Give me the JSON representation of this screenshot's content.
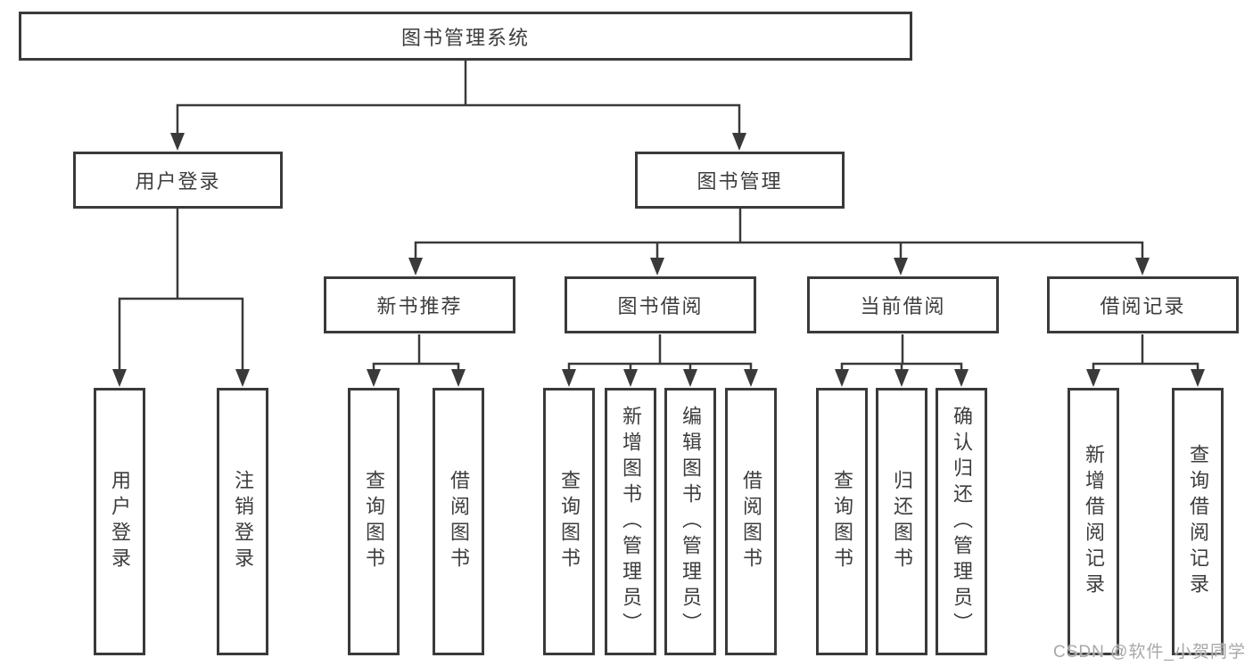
{
  "diagram": {
    "root": {
      "label": "图书管理系统"
    },
    "level1": [
      {
        "label": "用户登录"
      },
      {
        "label": "图书管理"
      }
    ],
    "level2": [
      {
        "label": "新书推荐"
      },
      {
        "label": "图书借阅"
      },
      {
        "label": "当前借阅"
      },
      {
        "label": "借阅记录"
      }
    ],
    "leaves": {
      "user_login": [
        "用户登录",
        "注销登录"
      ],
      "new_books": [
        "查询图书",
        "借阅图书"
      ],
      "book_borrow": [
        "查询图书",
        "新增图书（管理员）",
        "编辑图书（管理员）",
        "借阅图书"
      ],
      "current_borrow": [
        "查询图书",
        "归还图书",
        "确认归还（管理员）"
      ],
      "borrow_records": [
        "新增借阅记录",
        "查询借阅记录"
      ]
    }
  },
  "watermark": {
    "text": "CSDN @软件_小贺同学"
  },
  "colors": {
    "line": "#3a3a3a",
    "text": "#3d3d3d",
    "watermark": "#a8a8a8",
    "background": "#ffffff"
  }
}
